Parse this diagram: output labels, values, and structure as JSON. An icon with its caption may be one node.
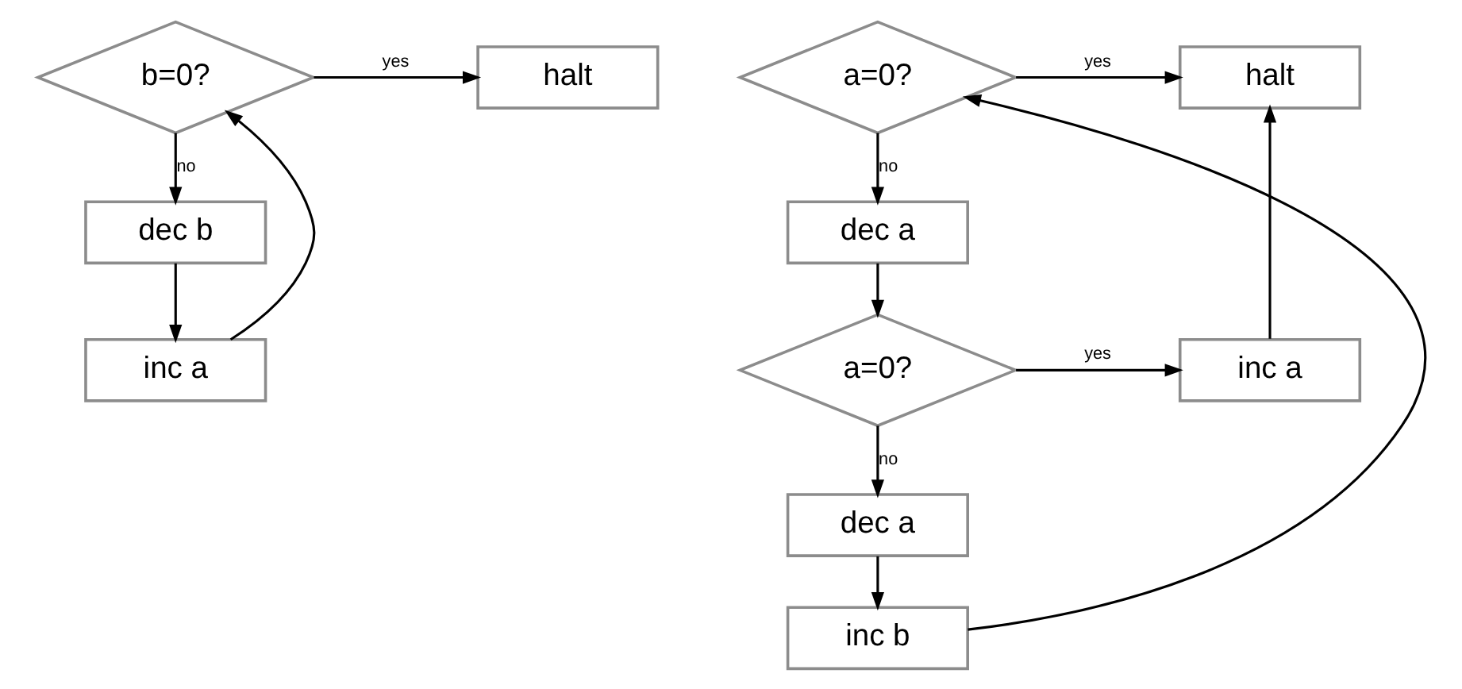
{
  "diagram": {
    "nodes": [
      {
        "text": [
          "b=0?"
        ]
      },
      {
        "text": [
          "halt"
        ]
      },
      {
        "text": [
          "dec b"
        ]
      },
      {
        "text": [
          "inc a"
        ]
      },
      {
        "text": [
          "a=0?"
        ]
      },
      {
        "text": [
          "halt"
        ]
      },
      {
        "text": [
          "dec a"
        ]
      },
      {
        "text": [
          "a=0?"
        ]
      },
      {
        "text": [
          "inc a"
        ]
      },
      {
        "text": [
          "dec a"
        ]
      },
      {
        "text": [
          "inc b"
        ]
      }
    ],
    "edges": [
      {
        "from": 0,
        "to": 1,
        "arrow": "to",
        "label": "yes"
      },
      {
        "from": 0,
        "to": 2,
        "arrow": "to",
        "label": "no"
      },
      {
        "from": 2,
        "to": 3,
        "arrow": "to"
      },
      {
        "from": 3,
        "to": 0,
        "arrow": "to"
      },
      {
        "from": 4,
        "to": 5,
        "arrow": "to",
        "label": "yes"
      },
      {
        "from": 4,
        "to": 6,
        "arrow": "to",
        "label": "no"
      },
      {
        "from": 6,
        "to": 7,
        "arrow": "to"
      },
      {
        "from": 7,
        "to": 8,
        "arrow": "to",
        "label": "yes"
      },
      {
        "from": 8,
        "to": 5,
        "arrow": "to"
      },
      {
        "from": 7,
        "to": 9,
        "arrow": "to",
        "label": "no"
      },
      {
        "from": 9,
        "to": 10,
        "arrow": "to"
      },
      {
        "from": 10,
        "to": 4,
        "arrow": "to"
      }
    ]
  }
}
